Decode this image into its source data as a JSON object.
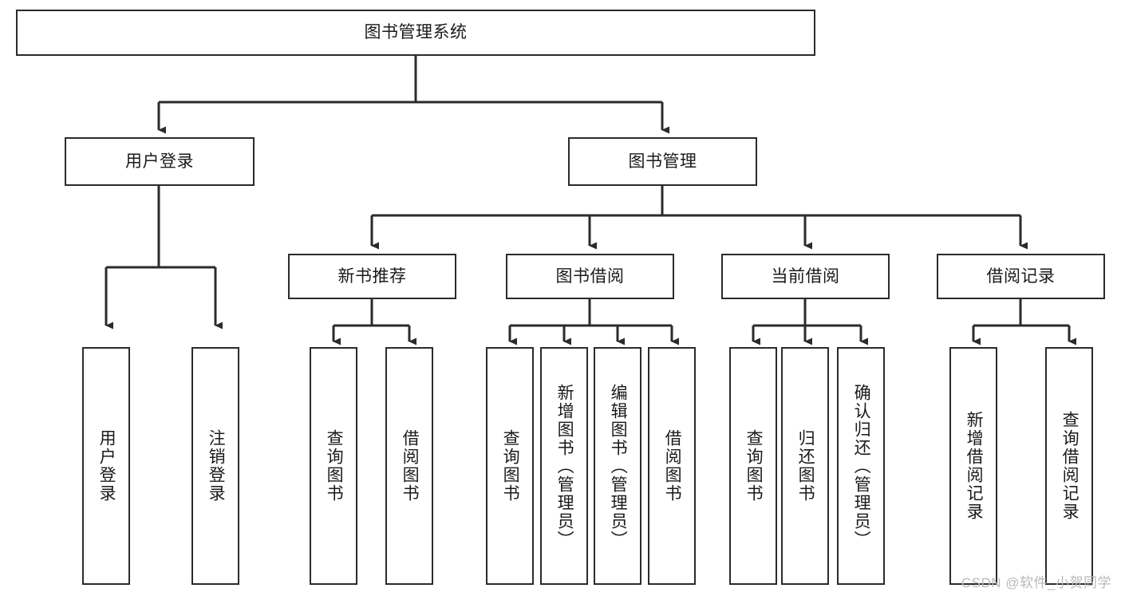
{
  "diagram": {
    "title": "图书管理系统",
    "type": "functional-structure-tree",
    "stroke_color": "#2b2b2b",
    "background_color": "#ffffff",
    "watermark": "CSDN @软件_小贺同学"
  },
  "root": {
    "label": "图书管理系统"
  },
  "level2": [
    {
      "label": "用户登录"
    },
    {
      "label": "图书管理"
    }
  ],
  "level3": [
    {
      "label": "新书推荐"
    },
    {
      "label": "图书借阅"
    },
    {
      "label": "当前借阅"
    },
    {
      "label": "借阅记录"
    }
  ],
  "leaves": {
    "user_login": [
      {
        "label": "用户登录"
      },
      {
        "label": "注销登录"
      }
    ],
    "new_book_recommend": [
      {
        "label": "查询图书"
      },
      {
        "label": "借阅图书"
      }
    ],
    "book_borrow": [
      {
        "label": "查询图书"
      },
      {
        "label": "新增图书（管理员）"
      },
      {
        "label": "编辑图书（管理员）"
      },
      {
        "label": "借阅图书"
      }
    ],
    "current_borrow": [
      {
        "label": "查询图书"
      },
      {
        "label": "归还图书"
      },
      {
        "label": "确认归还（管理员）"
      }
    ],
    "borrow_record": [
      {
        "label": "新增借阅记录"
      },
      {
        "label": "查询借阅记录"
      }
    ]
  }
}
